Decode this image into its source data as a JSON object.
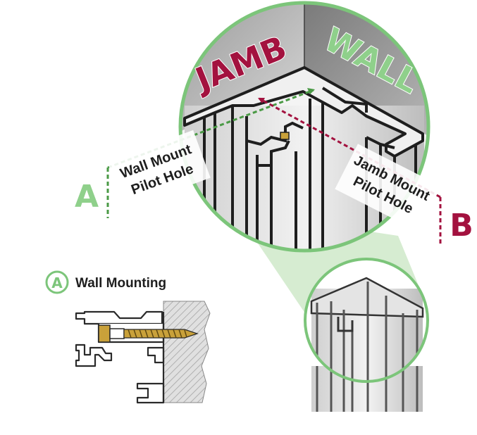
{
  "labels": {
    "jamb": "JAMB",
    "wall": "WALL",
    "wall_mount_line1": "Wall Mount",
    "wall_mount_line2": "Pilot Hole",
    "jamb_mount_line1": "Jamb Mount",
    "jamb_mount_line2": "Pilot Hole",
    "letter_a": "A",
    "letter_b": "B",
    "badge_letter": "A",
    "section_title": "Wall Mounting"
  },
  "colors": {
    "jamb_red": "#a3123f",
    "wall_green": "#8fd08b",
    "circle_green": "#7cc57a",
    "guide_green": "#4a9a45",
    "guide_red": "#a3123f",
    "cone_fill": "#cfe9c9",
    "metal_dark": "#333333",
    "metal_light": "#e8e8e8",
    "screw_gold": "#c9a13a",
    "hatch_gray": "#c4c4c4"
  },
  "icons": {
    "badge": "circled-letter-a-icon",
    "screw": "screw-icon"
  }
}
